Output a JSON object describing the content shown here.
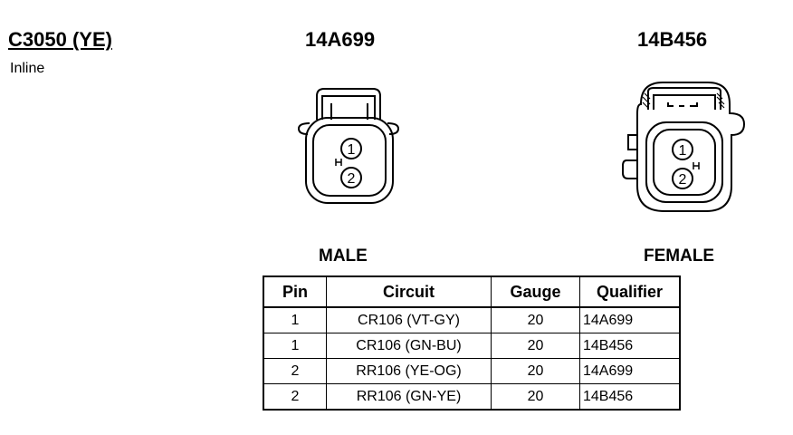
{
  "header": {
    "title": "C3050 (YE)",
    "subtitle": "Inline"
  },
  "connectors": {
    "male": {
      "part_number": "14A699",
      "label": "MALE",
      "pin_1": "1",
      "pin_2": "2"
    },
    "female": {
      "part_number": "14B456",
      "label": "FEMALE",
      "pin_1": "1",
      "pin_2": "2"
    }
  },
  "table": {
    "headers": [
      "Pin",
      "Circuit",
      "Gauge",
      "Qualifier"
    ],
    "rows": [
      {
        "pin": "1",
        "circuit": "CR106 (VT-GY)",
        "gauge": "20",
        "qualifier": "14A699"
      },
      {
        "pin": "1",
        "circuit": "CR106 (GN-BU)",
        "gauge": "20",
        "qualifier": "14B456"
      },
      {
        "pin": "2",
        "circuit": "RR106 (YE-OG)",
        "gauge": "20",
        "qualifier": "14A699"
      },
      {
        "pin": "2",
        "circuit": "RR106 (GN-YE)",
        "gauge": "20",
        "qualifier": "14B456"
      }
    ]
  }
}
